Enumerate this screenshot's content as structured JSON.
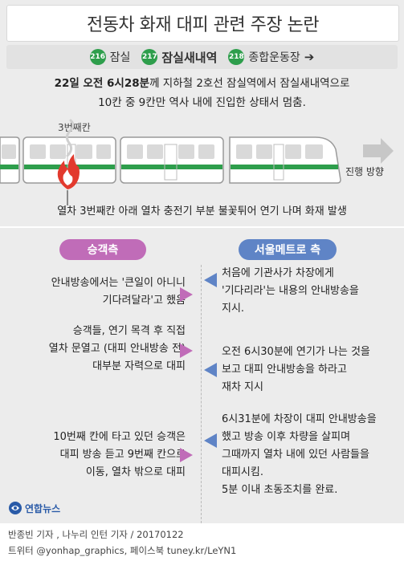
{
  "title": "전동차 화재 대피 관련 주장 논란",
  "stations": [
    {
      "num": "216",
      "label": "잠실"
    },
    {
      "num": "217",
      "label": "잠실새내역"
    },
    {
      "num": "218",
      "label": "종합운동장"
    }
  ],
  "desc": {
    "line1_bold": "22일 오전 6시28분",
    "line1_rest": "께 지하철 2호선 잠실역에서 잠실새내역으로",
    "line2": "10칸 중 9칸만 역사 내에 진입한 상태서 멈춤."
  },
  "train": {
    "car_label": "3번째칸",
    "direction": "진행 방향",
    "fire_caption": "열차 3번째칸 아래 열차 충전기 부분 불꽃튀어 연기 나며 화재 발생"
  },
  "headers": {
    "passenger": "승객측",
    "metro": "서울메트로 측"
  },
  "passenger_claims": [
    [
      "안내방송에서는 '큰일이 아니니",
      "기다려달라'고 했음"
    ],
    [
      "승객들, 연기 목격 후 직접",
      "열차 문열고 (대피 안내방송 전)",
      "대부분 자력으로 대피"
    ],
    [
      "10번째 칸에 타고 있던 승객은",
      "대피 방송 듣고 9번째 칸으로",
      "이동, 열차 밖으로 대피"
    ]
  ],
  "metro_claims": [
    [
      "처음에 기관사가 차장에게",
      "'기다리라'는 내용의 안내방송을",
      "지시."
    ],
    [
      "오전 6시30분에 연기가 나는 것을",
      "보고 대피 안내방송을 하라고",
      "재차 지시"
    ],
    [
      "6시31분에 차장이 대피 안내방송을",
      "했고 방송 이후 차량을 살피며",
      "그때까지 열차 내에 있던 사람들을",
      "대피시킴.",
      "5분 이내 초동조치를 완료."
    ]
  ],
  "logo": "연합뉴스",
  "credits": {
    "line1": "반종빈 기자 , 나누리 인턴 기자 / 20170122",
    "line2": "트위터 @yonhap_graphics, 페이스북 tuney.kr/LeYN1"
  },
  "colors": {
    "line2_green": "#2e9e4c",
    "passenger": "#c06cb8",
    "metro": "#5f84c6",
    "fire": "#e23a2e"
  }
}
